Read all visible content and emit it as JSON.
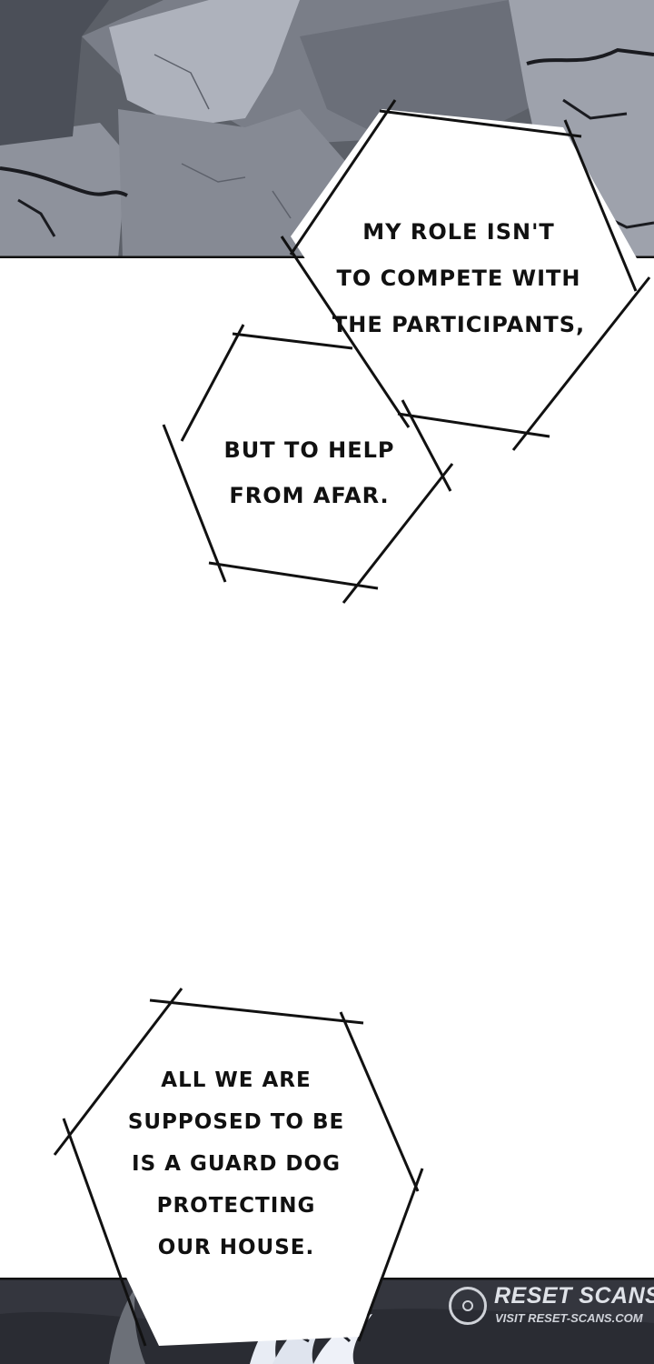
{
  "bubbles": [
    {
      "lines": [
        "MY ROLE ISN'T",
        "TO COMPETE WITH",
        "THE PARTICIPANTS,"
      ]
    },
    {
      "lines": [
        "BUT TO HELP",
        "FROM AFAR."
      ]
    },
    {
      "lines": [
        "ALL WE ARE",
        "SUPPOSED TO BE",
        "IS A GUARD DOG",
        "PROTECTING",
        "OUR HOUSE."
      ]
    }
  ],
  "watermark": {
    "title": "RESET SCANS",
    "url": "VISIT RESET-SCANS.COM"
  },
  "colors": {
    "rock": "#4a4d55",
    "bubble_outline": "#111111",
    "text": "#111111"
  }
}
